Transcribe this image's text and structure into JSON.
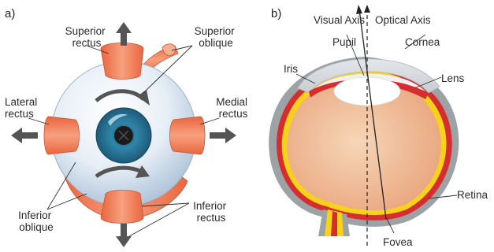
{
  "panel_a": {
    "letter": "a)",
    "labels": {
      "superior_rectus": [
        "Superior",
        "rectus"
      ],
      "superior_oblique": [
        "Superior",
        "oblique"
      ],
      "lateral_rectus": [
        "Lateral",
        "rectus"
      ],
      "medial_rectus": [
        "Medial",
        "rectus"
      ],
      "inferior_oblique": [
        "Inferior",
        "oblique"
      ],
      "inferior_rectus": [
        "Inferior",
        "rectus"
      ]
    }
  },
  "panel_b": {
    "letter": "b)",
    "labels": {
      "visual_axis": "Visual Axis",
      "optical_axis": "Optical Axis",
      "pupil": "Pupil",
      "cornea": "Cornea",
      "iris": "Iris",
      "lens": "Lens",
      "retina": "Retina",
      "fovea": "Fovea"
    }
  },
  "colors": {
    "muscle": "#f0805a",
    "muscle_dark": "#d2553a",
    "sclera": "#dfe8f2",
    "iris": "#2f7fa0",
    "arrow": "#555555",
    "retina": "#f6d21a",
    "choroid": "#d62e2e",
    "vitreous": "#f2c4a0",
    "sclera_b": "#9a9ea3"
  }
}
